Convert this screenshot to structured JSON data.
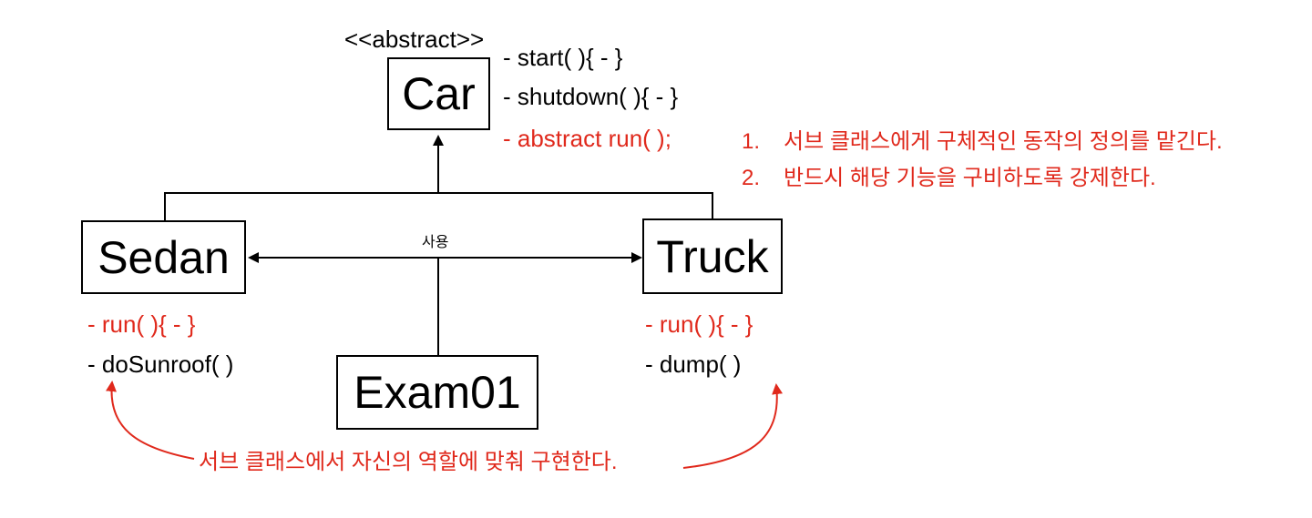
{
  "stereotype": "<<abstract>>",
  "car": {
    "name": "Car",
    "methods": [
      "-  start( ){ - }",
      "-  shutdown( ){ - }",
      "-  abstract run( );"
    ]
  },
  "abstract_notes": [
    {
      "num": "1.",
      "text": "서브 클래스에게 구체적인 동작의 정의를 맡긴다."
    },
    {
      "num": "2.",
      "text": "반드시 해당 기능을 구비하도록 강제한다."
    }
  ],
  "sedan": {
    "name": "Sedan",
    "methods": [
      "-  run( ){ - }",
      "-  doSunroof( )"
    ]
  },
  "truck": {
    "name": "Truck",
    "methods": [
      "-  run( ){ - }",
      "-  dump( )"
    ]
  },
  "exam": {
    "name": "Exam01"
  },
  "uses_label": "사용",
  "bottom_note": "서브 클래스에서 자신의 역할에 맞춰 구현한다.",
  "colors": {
    "accent_red": "#e0291c",
    "line": "#000000"
  }
}
